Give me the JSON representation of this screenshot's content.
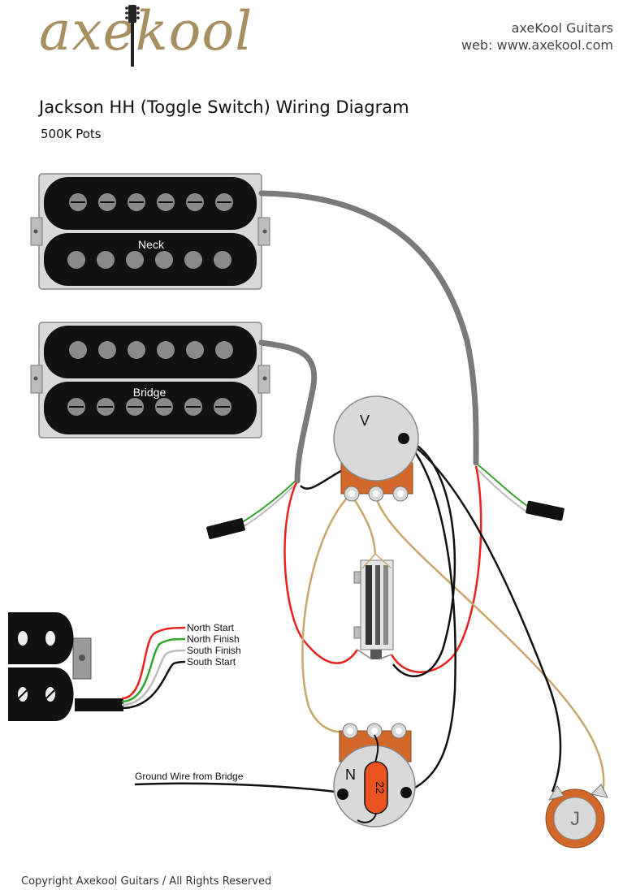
{
  "header": {
    "logo_text": "axekool",
    "company_name": "axeKool Guitars",
    "website": "web: www.axekool.com"
  },
  "title": "Jackson HH (Toggle Switch) Wiring Diagram",
  "subtitle": "500K Pots",
  "pickups": {
    "neck_label": "Neck",
    "bridge_label": "Bridge"
  },
  "pots": {
    "volume_label": "V",
    "tone_label": "N",
    "capacitor_label": "22",
    "jack_label": "J"
  },
  "wire_legend": [
    {
      "label": "North Start",
      "color": "#e8231f"
    },
    {
      "label": "North Finish",
      "color": "#36a52e"
    },
    {
      "label": "South Finish",
      "color": "#bdbdbd"
    },
    {
      "label": "South Start",
      "color": "#111111"
    }
  ],
  "ground_label": "Ground Wire from Bridge",
  "colors": {
    "hot_wire": "#e8231f",
    "ground_wire": "#111111",
    "tan_wire": "#c9a66b",
    "shield_cable": "#7a7a7a",
    "pot_lug": "#d2692a",
    "logo": "#a88f62"
  },
  "copyright": "Copyright Axekool Guitars / All Rights Reserved"
}
